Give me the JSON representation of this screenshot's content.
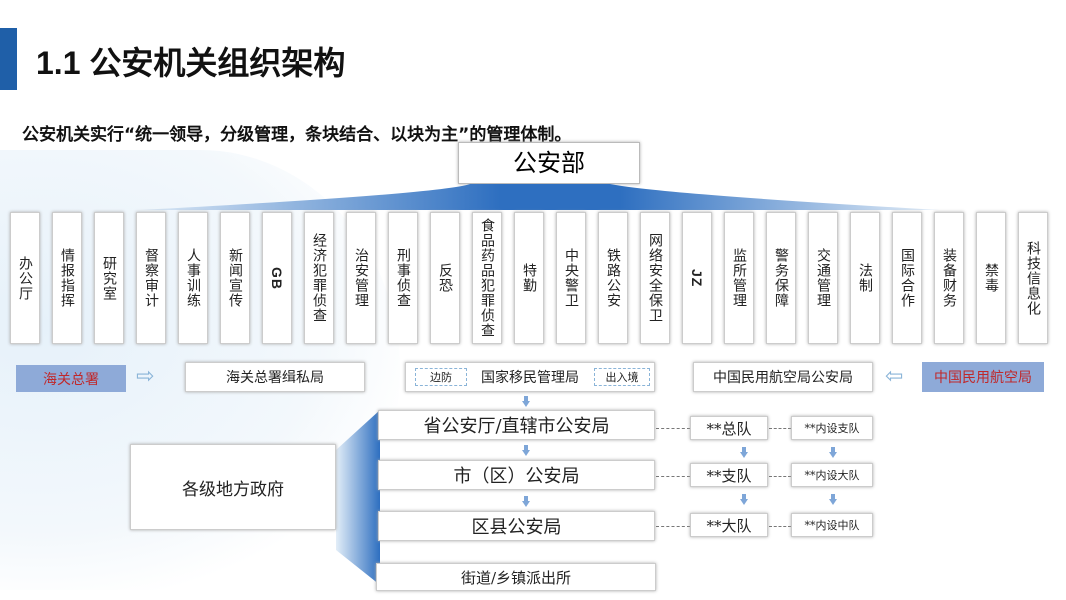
{
  "title": "1.1 公安机关组织架构",
  "subtitle": "公安机关实行“统一领导，分级管理，条块结合、以块为主”的管理体制。",
  "ministry": "公安部",
  "departments": [
    "办公厅",
    "情报指挥",
    "研究室",
    "督察审计",
    "人事训练",
    "新闻宣传",
    "GB",
    "经济犯罪侦查",
    "治安管理",
    "刑事侦查",
    "反恐",
    "食品药品犯罪侦查",
    "特勤",
    "中央警卫",
    "铁路公安",
    "网络安全保卫",
    "JZ",
    "监所管理",
    "警务保障",
    "交通管理",
    "法制",
    "国际合作",
    "装备财务",
    "禁毒",
    "科技信息化"
  ],
  "row2": {
    "customs": "海关总署",
    "customs_bureau": "海关总署缉私局",
    "border": "边防",
    "immigration": "国家移民管理局",
    "entry_exit": "出入境",
    "caac_police": "中国民用航空局公安局",
    "caac": "中国民用航空局"
  },
  "local_gov": "各级地方政府",
  "levels": [
    "省公安厅/直辖市公安局",
    "市（区）公安局",
    "区县公安局",
    "街道/乡镇派出所"
  ],
  "corps": [
    "**总队",
    "**支队",
    "**大队"
  ],
  "internal": [
    "**内设支队",
    "**内设大队",
    "**内设中队"
  ]
}
